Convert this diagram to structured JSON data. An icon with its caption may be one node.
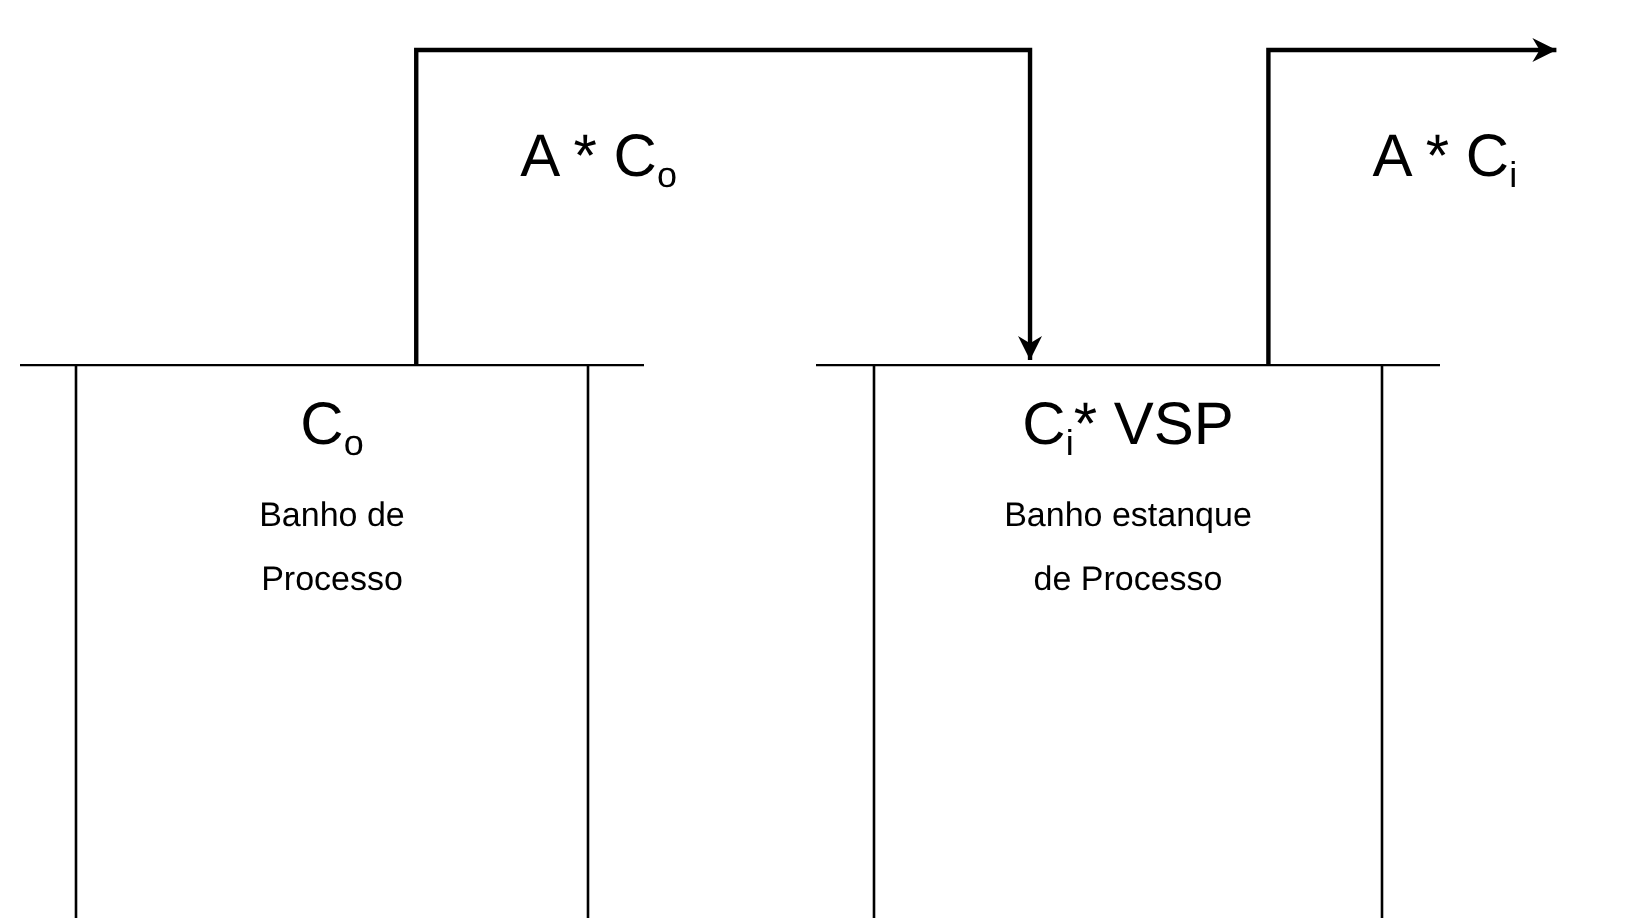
{
  "diagram": {
    "nodes": [
      {
        "text": [
          "C$_{o}$",
          "Banho de Processo"
        ]
      },
      {
        "text": [
          "C$_{i}$* VSP",
          "Banho estanque de Processo"
        ]
      }
    ],
    "edges": [
      {
        "from": 0,
        "to": 1,
        "arrow": "to",
        "label": "A * C$_{o}$"
      },
      {
        "from": 1,
        "to": null,
        "arrow": "to",
        "label": "A * C$_{i}$"
      }
    ]
  }
}
